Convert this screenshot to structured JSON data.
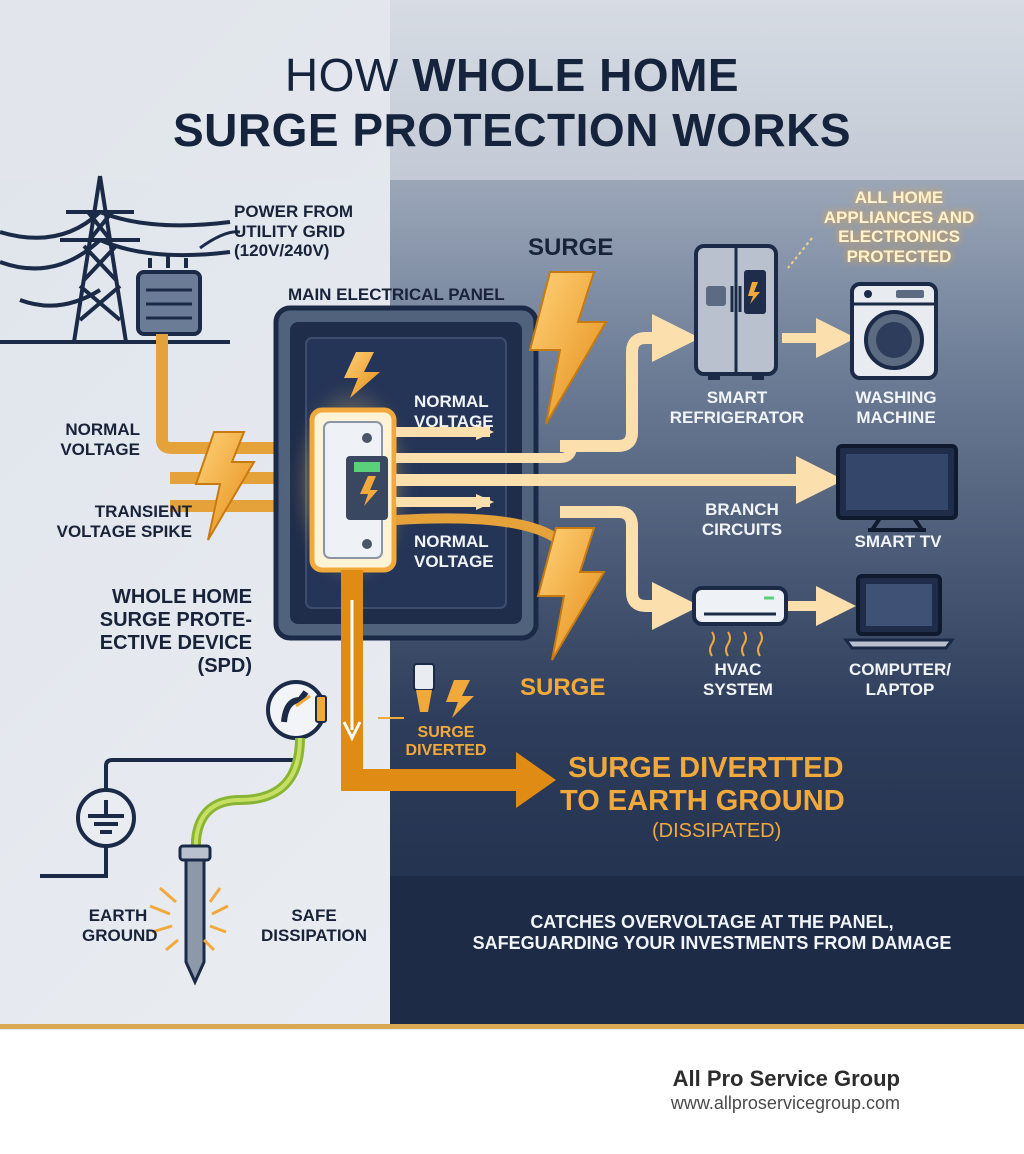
{
  "title": {
    "line1_prefix": "HOW",
    "line1_bold": "WHOLE HOME",
    "line2": "SURGE PROTECTION WORKS"
  },
  "labels": {
    "power_from_grid": [
      "POWER FROM",
      "UTILITY GRID",
      "(120V/240V)"
    ],
    "normal_voltage_in": [
      "NORMAL",
      "VOLTAGE"
    ],
    "transient_spike": [
      "TRANSIENT",
      "VOLTAGE SPIKE"
    ],
    "spd": [
      "WHOLE HOME",
      "SURGE PROTE-",
      "ECTIVE DEVICE",
      "(SPD)"
    ],
    "main_panel": "MAIN ELECTRICAL PANEL",
    "normal_voltage_upper": [
      "NORMAL",
      "VOLTAGE"
    ],
    "normal_voltage_lower": [
      "NORMAL",
      "VOLTAGE"
    ],
    "surge_top": "SURGE",
    "surge_bottom": "SURGE",
    "surge_diverted_small": [
      "SURGE",
      "DIVERTED"
    ],
    "surge_diverted_big": [
      "SURGE DIVERTTED",
      "TO EARTH GROUND"
    ],
    "dissipated": "(DISSIPATED)",
    "all_protected": [
      "ALL HOME",
      "APPLIANCES AND",
      "ELECTRONICS",
      "PROTECTED"
    ],
    "smart_refrigerator": [
      "SMART",
      "REFRIGERATOR"
    ],
    "washing_machine": [
      "WASHING",
      "MACHINE"
    ],
    "branch_circuits": [
      "BRANCH",
      "CIRCUITS"
    ],
    "smart_tv": "SMART TV",
    "hvac_system": [
      "HVAC",
      "SYSTEM"
    ],
    "computer_laptop": [
      "COMPUTER/",
      "LAPTOP"
    ],
    "earth_ground": [
      "EARTH",
      "GROUND"
    ],
    "safe_dissipation": [
      "SAFE",
      "DISSIPATION"
    ],
    "tagline": [
      "CATCHES OVERVOLTAGE AT THE PANEL,",
      "SAFEGUARDING YOUR INVESTMENTS FROM DAMAGE"
    ]
  },
  "footer": {
    "company": "All Pro Service Group",
    "url": "www.allproservicegroup.com"
  },
  "icons": [
    "power-tower-icon",
    "transformer-icon",
    "electrical-panel-icon",
    "spd-device-icon",
    "lightning-bolt-icon",
    "refrigerator-icon",
    "washing-machine-icon",
    "tv-icon",
    "hvac-unit-icon",
    "laptop-icon",
    "ground-symbol-icon",
    "ground-rod-icon",
    "star-logo-icon"
  ],
  "colors": {
    "navy": "#1b2a47",
    "gold": "#f2a93b",
    "light_bg": "#e6eaf0",
    "wire_green": "#9ac43c"
  }
}
